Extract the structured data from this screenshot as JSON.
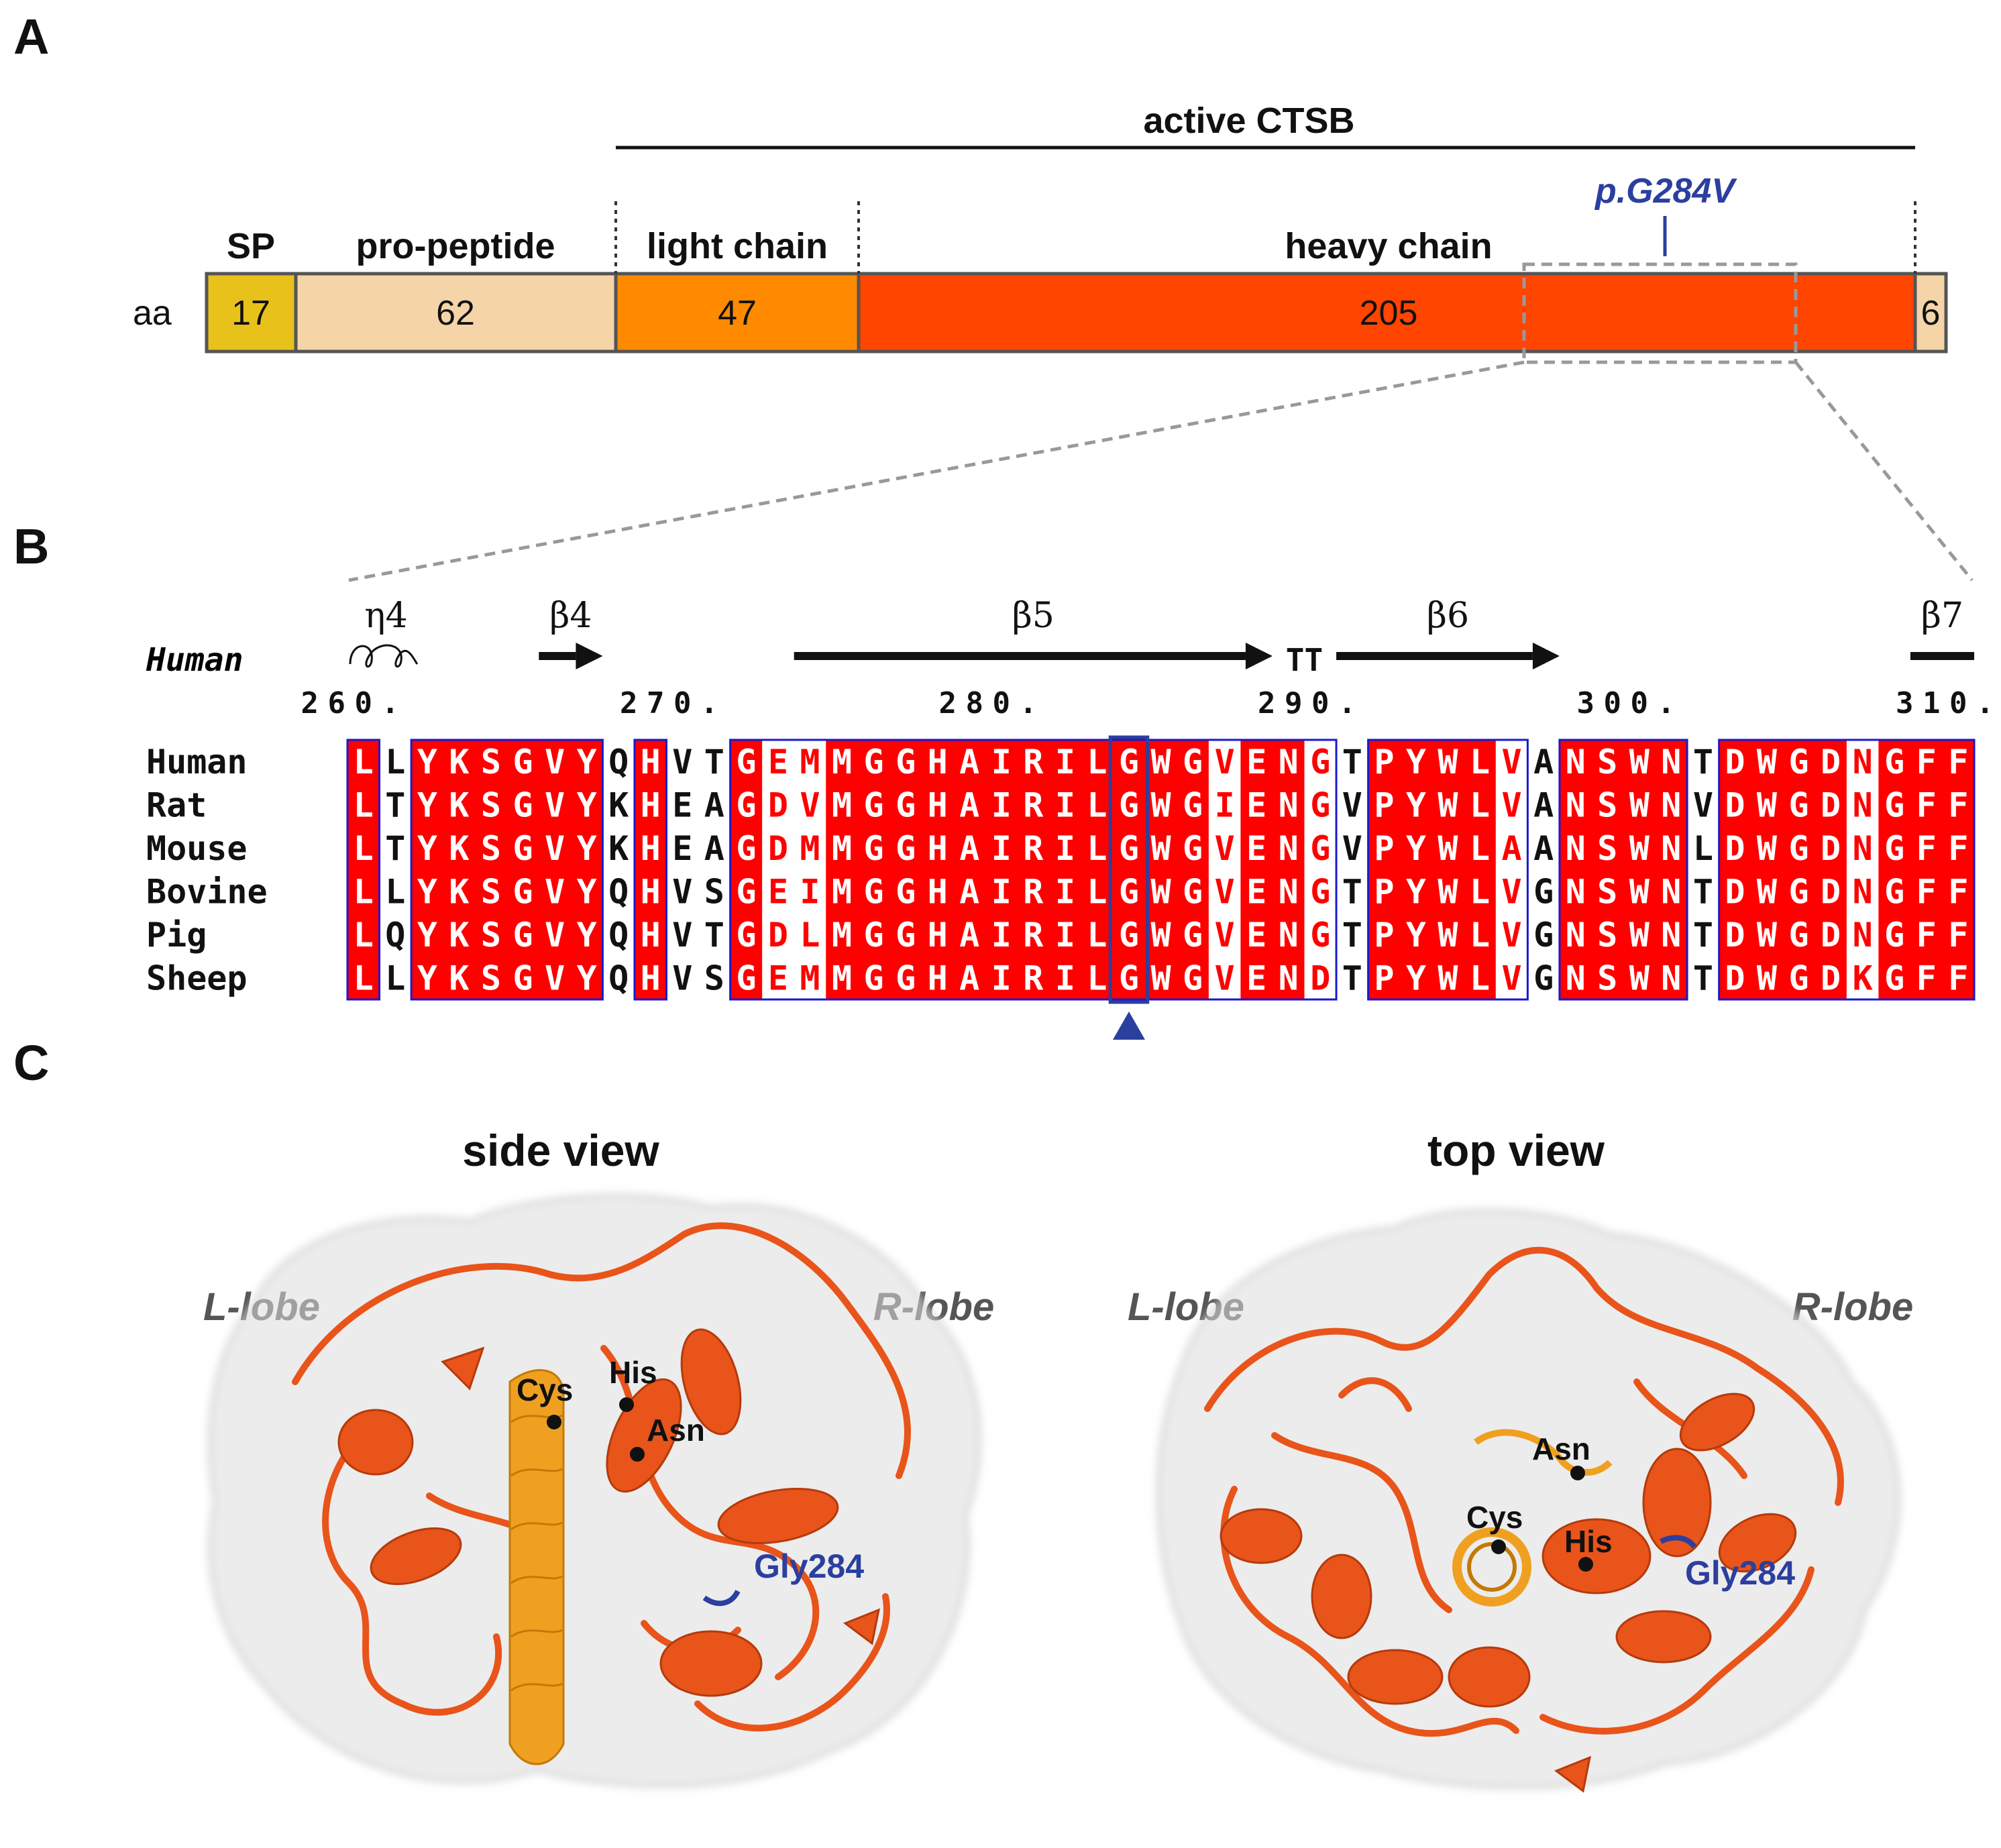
{
  "panels": {
    "a": "A",
    "b": "B",
    "c": "C"
  },
  "panel_a": {
    "active_label": "active CTSB",
    "aa_label": "aa",
    "mutation_label": "p.G284V",
    "segments": [
      {
        "name": "SP",
        "length": "17",
        "color": "#e8c21a"
      },
      {
        "name": "pro-peptide",
        "length": "62",
        "color": "#f5d5a8"
      },
      {
        "name": "light chain",
        "length": "47",
        "color": "#ff8a00"
      },
      {
        "name": "heavy chain",
        "length": "205",
        "color": "#ff4500"
      },
      {
        "name": "",
        "length": "6",
        "color": "#f5d5a8"
      }
    ]
  },
  "panel_b": {
    "reference_label": "Human",
    "ruler": [
      {
        "label": "260",
        "col": 0
      },
      {
        "label": "270",
        "col": 10
      },
      {
        "label": "280",
        "col": 20
      },
      {
        "label": "290",
        "col": 30
      },
      {
        "label": "300",
        "col": 40
      },
      {
        "label": "310",
        "col": 50
      }
    ],
    "secondary_structure": [
      {
        "label": "η4",
        "type": "helix",
        "start": 0,
        "end": 1
      },
      {
        "label": "β4",
        "type": "strand",
        "start": 6,
        "end": 7
      },
      {
        "label": "β5",
        "type": "strand",
        "start": 14,
        "end": 28
      },
      {
        "label": "TT",
        "type": "turn",
        "start": 29,
        "end": 30
      },
      {
        "label": "β6",
        "type": "strand",
        "start": 31,
        "end": 37
      },
      {
        "label": "β7",
        "type": "strand",
        "start": 49,
        "end": 50
      }
    ],
    "species": [
      "Human",
      "Rat",
      "Mouse",
      "Bovine",
      "Pig",
      "Sheep"
    ],
    "sequences": [
      "LLYKSGVYQHVTGEMMGGHAIRILGWGVENGTPYWLVANSWNTDWGDNGFF",
      "LTYKSGVYKHEAGDVMGGHAIRILGWGIENGVPYWLVANSWNVDWGDNGFF",
      "LTYKSGVYKHEAGDMMGGHAIRILGWGVENGVPYWLAANSWNLDWGDNGFF",
      "LLYKSGVYQHVSGEIMGGHAIRILGWGVENGTPYWLVGNSWNTDWGDNGFF",
      "LQYKSGVYQHVTGDLMGGHAIRILGWGVENGTPYWLVGNSWNTDWGDNGFF",
      "LLYKSGVYQHVSGEMMGGHAIRILGWGVENDTPYWLVGNSWNTDWGDKGFF"
    ],
    "column_class": "RWRRRRRRWRWWRSSRRRRRRRRRRRRSRRSWRRRRSWRRRRWRRRRSRRR",
    "mutation_col": 24,
    "colors": {
      "identical": "#ff0000",
      "box": "#1a1acc",
      "similar_text": "#ff0000",
      "marker": "#2b3f9e"
    }
  },
  "panel_c": {
    "views": [
      {
        "title": "side view",
        "left_lobe": "L-lobe",
        "right_lobe": "R-lobe",
        "residues": [
          "Cys",
          "His",
          "Asn"
        ],
        "mutation": "Gly284"
      },
      {
        "title": "top view",
        "left_lobe": "L-lobe",
        "right_lobe": "R-lobe",
        "residues": [
          "Asn",
          "Cys",
          "His"
        ],
        "mutation": "Gly284"
      }
    ],
    "colors": {
      "heavy_chain": "#e8541a",
      "light_chain": "#f0a020",
      "surface": "#dcdcdc"
    }
  }
}
